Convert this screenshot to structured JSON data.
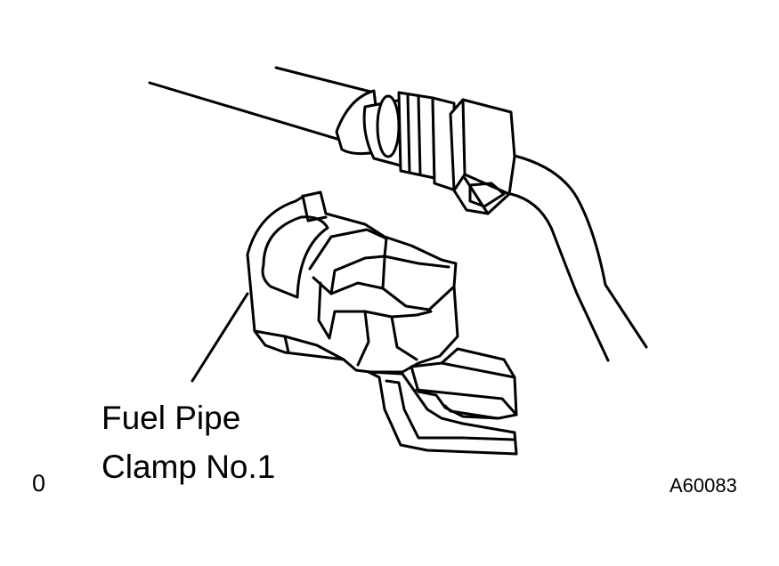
{
  "callout": {
    "line1": "Fuel Pipe",
    "line2": "Clamp No.1"
  },
  "corner_mark": "0",
  "figure_id": "A60083"
}
